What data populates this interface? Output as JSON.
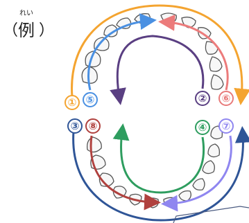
{
  "example": {
    "ruby": "れい",
    "open": "（",
    "kanji": "例",
    "close": "）"
  },
  "markers": [
    {
      "label": "①",
      "color": "#f4a430"
    },
    {
      "label": "⑤",
      "color": "#4a90e2"
    },
    {
      "label": "②",
      "color": "#5a3f82"
    },
    {
      "label": "⑥",
      "color": "#e87a7a"
    },
    {
      "label": "③",
      "color": "#2f5597"
    },
    {
      "label": "⑧",
      "color": "#b0413e"
    },
    {
      "label": "④",
      "color": "#2e9d5f"
    },
    {
      "label": "⑦",
      "color": "#8f86f0"
    }
  ],
  "colors": {
    "orange": "#f4a430",
    "blue": "#4a90e2",
    "purple": "#5a3f82",
    "pink": "#ec7b7b",
    "navy": "#2f5597",
    "red": "#b0413e",
    "green": "#2e9d5f",
    "violet": "#8f86f0",
    "tooth_fill": "#f7f7f7",
    "tooth_stroke": "#555555"
  }
}
